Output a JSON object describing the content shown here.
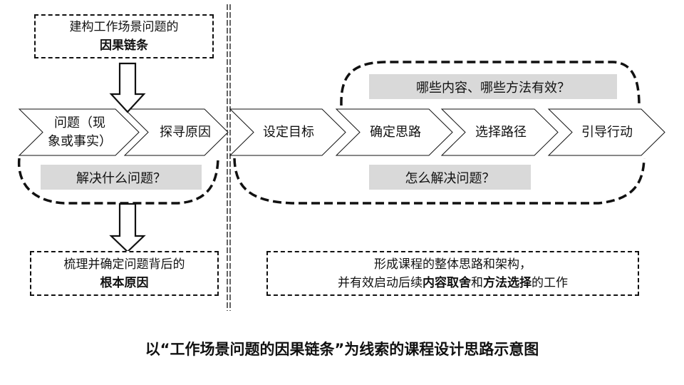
{
  "top_left_box": {
    "line1": "建构工作场景问题的",
    "line2_bold": "因果链条"
  },
  "chevrons": [
    {
      "label": "问题（现象或事实）",
      "line1": "问题（现",
      "line2": "象或事实）"
    },
    {
      "label": "探寻原因"
    },
    {
      "label": "设定目标"
    },
    {
      "label": "确定思路"
    },
    {
      "label": "选择路径"
    },
    {
      "label": "引导行动"
    }
  ],
  "callouts": {
    "left_question": "解决什么问题？",
    "right_top_question": "哪些内容、哪些方法有效？",
    "right_bottom_question": "怎么解决问题？"
  },
  "bottom_left_box": {
    "line1": "梳理并确定问题背后的",
    "line2_bold": "根本原因"
  },
  "bottom_right_box": {
    "line1": "形成课程的整体思路和架构，",
    "line2_part1": "并有效启动后续",
    "line2_bold1": "内容取舍",
    "line2_part2": "和",
    "line2_bold2": "方法选择",
    "line2_part3": "的工作"
  },
  "caption": "以“工作场景问题的因果链条”为线索的课程设计思路示意图",
  "colors": {
    "callout_fill": "#d9d9d9",
    "stroke": "#111111"
  }
}
